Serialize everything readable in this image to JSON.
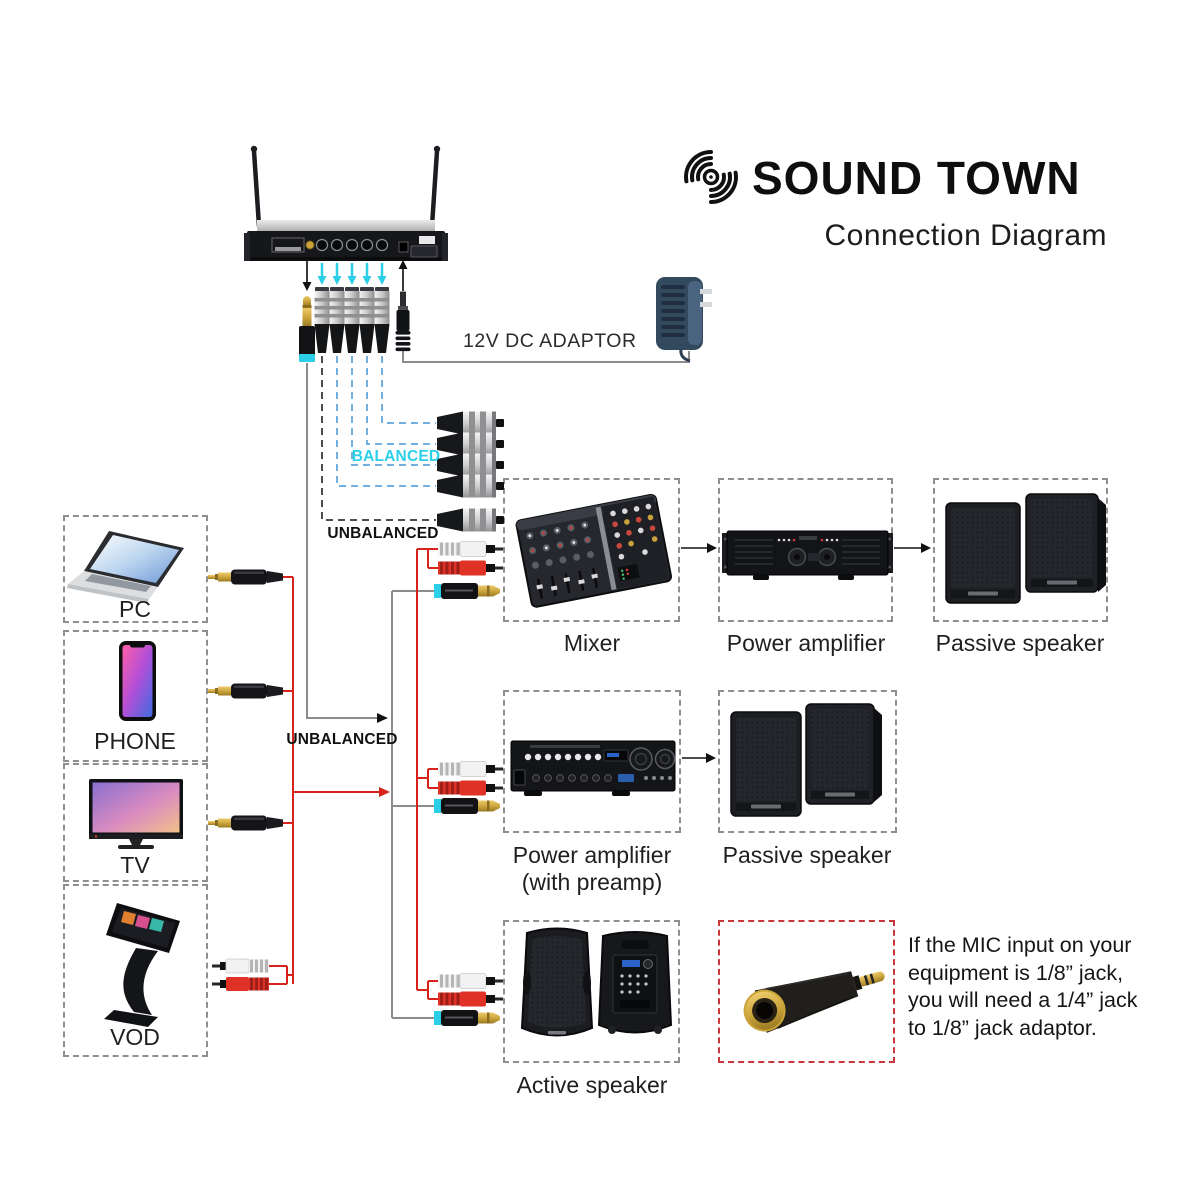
{
  "header": {
    "brand": "SOUND TOWN",
    "subtitle": "Connection Diagram"
  },
  "labels": {
    "dc_adaptor": "12V DC ADAPTOR",
    "balanced": "BALANCED",
    "unbalanced_top": "UNBALANCED",
    "unbalanced_mid": "UNBALANCED"
  },
  "sources": [
    {
      "label": "PC"
    },
    {
      "label": "PHONE"
    },
    {
      "label": "TV"
    },
    {
      "label": "VOD"
    }
  ],
  "row1": {
    "mixer": "Mixer",
    "power_amplifier": "Power amplifier",
    "passive_speaker": "Passive speaker"
  },
  "row2": {
    "power_amplifier_line1": "Power amplifier",
    "power_amplifier_line2": "(with preamp)",
    "passive_speaker": "Passive speaker"
  },
  "row3": {
    "active_speaker": "Active speaker"
  },
  "note": {
    "lines": [
      "If the MIC input on your",
      "equipment is 1/8” jack,",
      "you will need a 1/4” jack",
      "to 1/8” jack adaptor."
    ]
  },
  "colors": {
    "accent_cyan": "#2bd0e8",
    "wire_red": "#d8231d",
    "wire_gray": "#8c8c8c",
    "dashed_blue": "#74b0dd",
    "note_border_red": "#c8373c",
    "box_border_gray": "#8f8f8f"
  }
}
